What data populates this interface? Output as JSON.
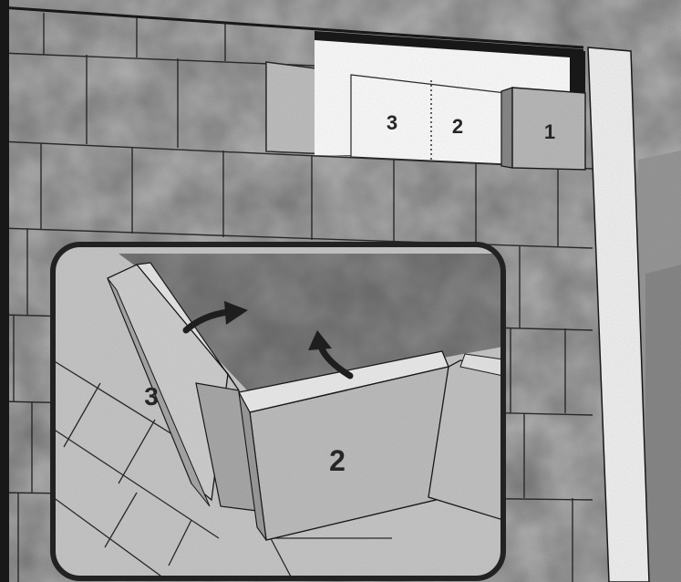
{
  "labels": {
    "slot_3": "3",
    "slot_2": "2",
    "block_1": "1",
    "inset_block_3": "3",
    "inset_block_2": "2"
  },
  "colors": {
    "block_face": "#bcbcbc",
    "mortar_line": "#2b2b2b",
    "frame": "#1a1a1a",
    "opening": "#ffffff",
    "inset_border": "#222222",
    "arrow": "#1e1e1e",
    "foam_core": "#8f8f8f"
  },
  "icons": {
    "arrow_a": "curved-arrow-icon",
    "arrow_b": "curved-arrow-icon"
  }
}
